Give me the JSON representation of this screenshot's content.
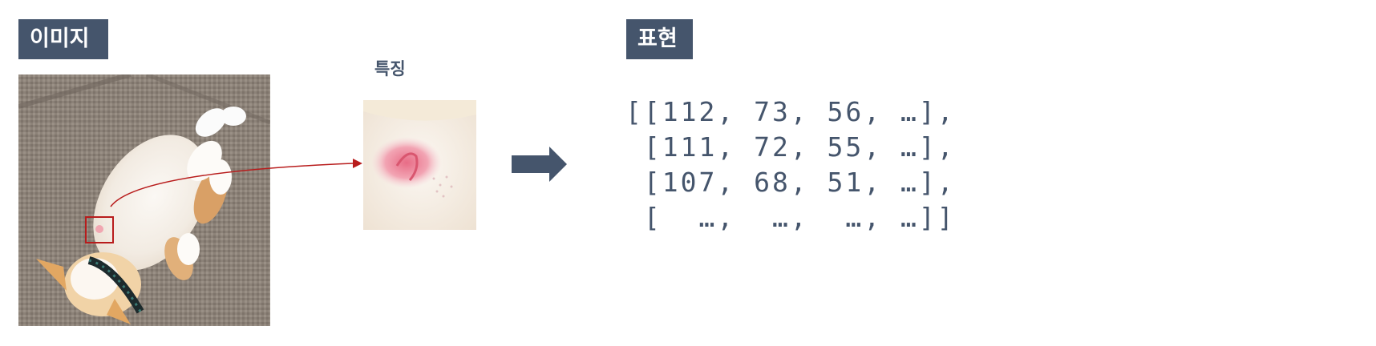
{
  "labels": {
    "image": "이미지",
    "feature": "특징",
    "representation": "표현"
  },
  "photo": {
    "subject": "white-and-orange kitten lying on its back on a beige woven sofa, wearing a dark collar",
    "highlight_color": "#b81c1c"
  },
  "connector": {
    "color": "#b81c1c"
  },
  "colors": {
    "accent": "#45556c",
    "label_text": "#ffffff",
    "highlight": "#b81c1c"
  },
  "matrix": {
    "rows": [
      "[[112, 73, 56, …],",
      " [111, 72, 55, …],",
      " [107, 68, 51, …],",
      " [  …,  …,  …, …]]"
    ]
  }
}
